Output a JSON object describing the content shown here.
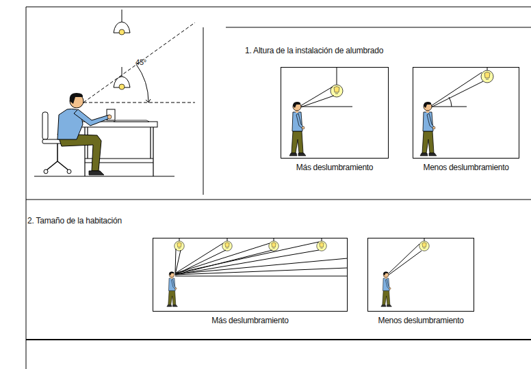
{
  "diagram": {
    "nodes": [
      {
        "text": [
          "Más deslumbramiento"
        ]
      },
      {
        "text": [
          "Menos deslumbramiento"
        ]
      },
      {
        "text": [
          "Más deslumbramiento"
        ]
      },
      {
        "text": [
          "Menos deslumbramiento"
        ]
      }
    ],
    "labels": [
      "45°",
      "1. Altura de la instalación de alumbrado",
      "2. Tamaño de la habitación"
    ]
  }
}
